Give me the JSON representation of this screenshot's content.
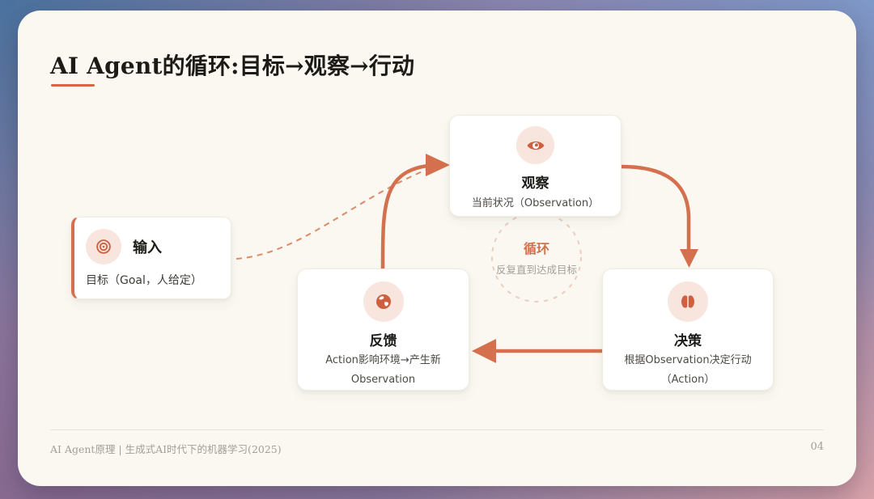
{
  "title": "AI Agent的循环:目标→观察→行动",
  "colors": {
    "accent": "#d4673f",
    "arrow": "#d4704e",
    "arrow_light": "#dd8a68",
    "icon_bg": "#f7e5de",
    "icon_fg": "#cf5f41",
    "card_bg": "#ffffff",
    "slide_bg": "#faf8f1",
    "text_dark": "#1c1b18",
    "text_gray": "#4c4a45",
    "muted": "#a39f96",
    "dashcircle": "#eccdbe",
    "bg_tl": "#4a739f",
    "bg_tr": "#7e98c8",
    "bg_bl": "#8a6b92",
    "bg_br": "#d9a3ab"
  },
  "nodes": {
    "input": {
      "icon": "target-icon",
      "title": "输入",
      "subtitle": "目标（Goal，人给定）"
    },
    "observe": {
      "icon": "eye-icon",
      "title": "观察",
      "subtitle": "当前状况（Observation）"
    },
    "decide": {
      "icon": "brain-icon",
      "title": "决策",
      "subtitle_line1": "根据Observation决定行动",
      "subtitle_line2": "（Action）"
    },
    "feedback": {
      "icon": "globe-icon",
      "title": "反馈",
      "subtitle_line1": "Action影响环境→产生新",
      "subtitle_line2": "Observation"
    }
  },
  "loop_label": {
    "title": "循环",
    "subtitle": "反复直到达成目标"
  },
  "footer": {
    "left": "AI Agent原理 | 生成式AI时代下的机器学习(2025)",
    "page": "04"
  }
}
